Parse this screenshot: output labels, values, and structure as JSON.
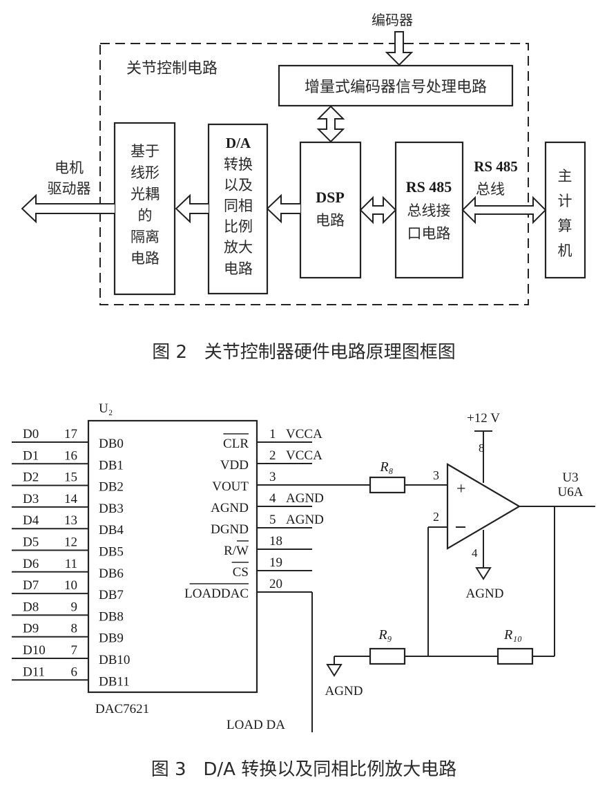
{
  "figure2": {
    "caption": "图 2   关节控制器硬件电路原理图框图",
    "group_label": "关节控制电路",
    "encoder_label": "编码器",
    "encoder_block": "增量式编码器信号处理电路",
    "motor_driver_label": [
      "电机",
      "驱动器"
    ],
    "isolation_block": [
      "基于",
      "线形",
      "光耦",
      "的",
      "隔离",
      "电路"
    ],
    "da_block": [
      "D/A",
      "转换",
      "以及",
      "同相",
      "比例",
      "放大",
      "电路"
    ],
    "dsp_block": [
      "DSP",
      "电路"
    ],
    "rs485_block": [
      "RS 485",
      "总线接",
      "口电路"
    ],
    "rs485_bus_label": [
      "RS 485",
      "总线"
    ],
    "host_block": [
      "主",
      "计",
      "算",
      "机"
    ]
  },
  "figure3": {
    "caption": "图 3   D/A 转换以及同相比例放大电路",
    "chip_ref": "U₂",
    "chip_name": "DAC7621",
    "left_pins": [
      {
        "net": "D0",
        "pin": "17",
        "name": "DB0"
      },
      {
        "net": "D1",
        "pin": "16",
        "name": "DB1"
      },
      {
        "net": "D2",
        "pin": "15",
        "name": "DB2"
      },
      {
        "net": "D3",
        "pin": "14",
        "name": "DB3"
      },
      {
        "net": "D4",
        "pin": "13",
        "name": "DB4"
      },
      {
        "net": "D5",
        "pin": "12",
        "name": "DB5"
      },
      {
        "net": "D6",
        "pin": "11",
        "name": "DB6"
      },
      {
        "net": "D7",
        "pin": "10",
        "name": "DB7"
      },
      {
        "net": "D8",
        "pin": "9",
        "name": "DB8"
      },
      {
        "net": "D9",
        "pin": "8",
        "name": "DB9"
      },
      {
        "net": "D10",
        "pin": "7",
        "name": "DB10"
      },
      {
        "net": "D11",
        "pin": "6",
        "name": "DB11"
      }
    ],
    "right_pins": [
      {
        "name": "CLR",
        "pin": "1",
        "net": "VCCA",
        "overbar": true
      },
      {
        "name": "VDD",
        "pin": "2",
        "net": "VCCA",
        "overbar": false
      },
      {
        "name": "VOUT",
        "pin": "3",
        "net": "",
        "overbar": false
      },
      {
        "name": "AGND",
        "pin": "4",
        "net": "AGND",
        "overbar": false
      },
      {
        "name": "DGND",
        "pin": "5",
        "net": "AGND",
        "overbar": false
      },
      {
        "name": "R/W",
        "pin": "18",
        "net": "",
        "overbar": false
      },
      {
        "name": "CS",
        "pin": "19",
        "net": "",
        "overbar": true
      },
      {
        "name": "LOADDAC",
        "pin": "20",
        "net": "",
        "overbar": true
      }
    ],
    "load_net": "LOAD DA",
    "supply": "+12 V",
    "opamp_ref": [
      "U3",
      "U6A"
    ],
    "opamp_pins": {
      "vplus": "8",
      "noninv": "3",
      "inv": "2",
      "vminus": "4"
    },
    "opamp_gnd": "AGND",
    "r_in": "R₈",
    "r_gnd": "R₉",
    "r_fb": "R₁₀",
    "r_gnd_label": "AGND"
  }
}
